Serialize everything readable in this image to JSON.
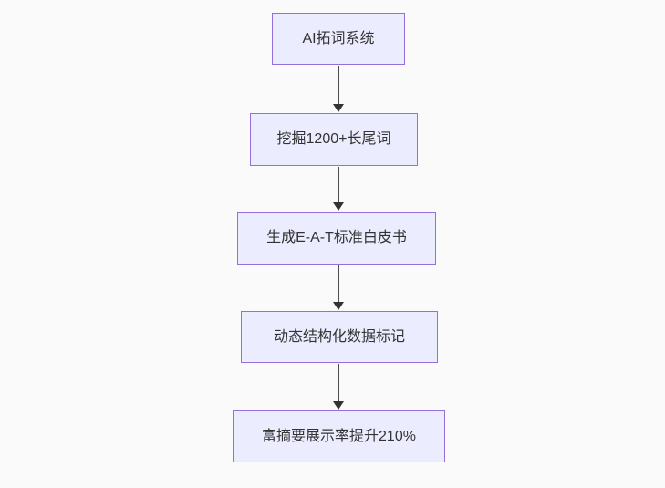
{
  "page": {
    "background_color": "#fafafa"
  },
  "diagram": {
    "type": "flowchart",
    "direction": "top-down",
    "style": {
      "node_fill": "#ECECFF",
      "node_border_color": "#9370DB",
      "node_text_color": "#333333",
      "edge_color": "#4d4d4d",
      "arrowhead_color": "#333333"
    },
    "nodes": [
      {
        "id": "node-1",
        "label": "AI拓词系统"
      },
      {
        "id": "node-2",
        "label": "挖掘1200+长尾词"
      },
      {
        "id": "node-3",
        "label": "生成E-A-T标准白皮书"
      },
      {
        "id": "node-4",
        "label": "动态结构化数据标记"
      },
      {
        "id": "node-5",
        "label": "富摘要展示率提升210%"
      }
    ],
    "edges": [
      {
        "from": "node-1",
        "to": "node-2"
      },
      {
        "from": "node-2",
        "to": "node-3"
      },
      {
        "from": "node-3",
        "to": "node-4"
      },
      {
        "from": "node-4",
        "to": "node-5"
      }
    ]
  }
}
